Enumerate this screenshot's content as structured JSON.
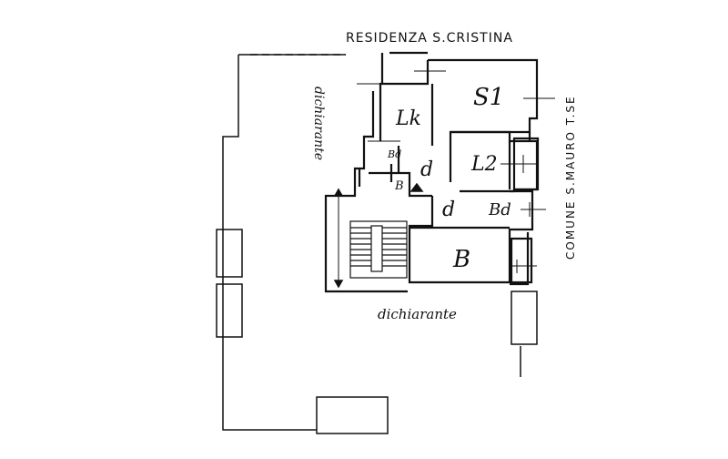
{
  "title": "RESIDENZA S.CRISTINA",
  "side_label": "COMUNE S.MAURO T.SE",
  "neighbor_left": "dichiarante",
  "neighbor_bottom": "dichiarante",
  "rooms": {
    "s1": "S1",
    "l4": "Lk",
    "l2": "L2",
    "d_upper": "d",
    "d_lower": "d",
    "bd": "Bd",
    "b_small": "B",
    "b_main": "B",
    "bd_small": "Bd"
  }
}
